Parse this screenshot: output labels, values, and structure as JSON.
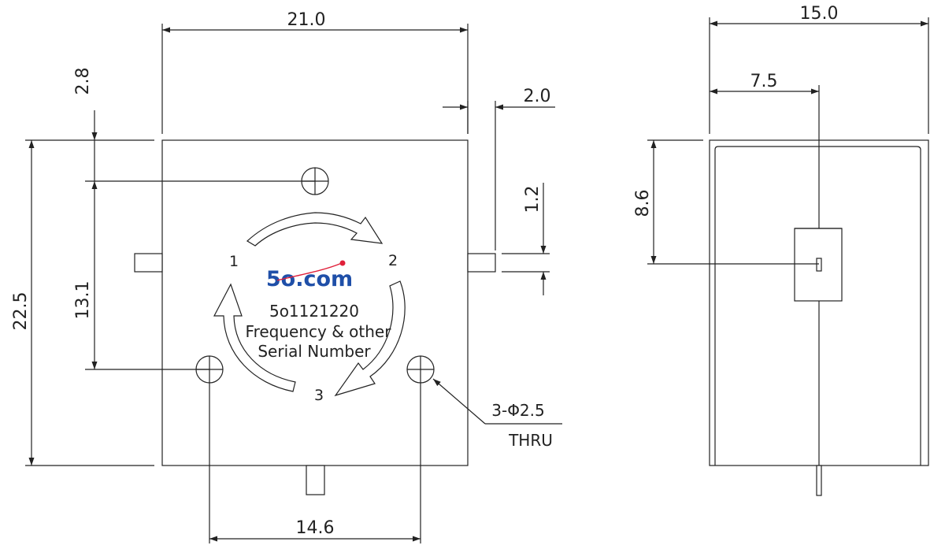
{
  "dimensions": {
    "width_top": "21.0",
    "top_offset": "2.8",
    "pin_width": "2.0",
    "pin_thickness": "1.2",
    "height_total": "22.5",
    "hole_spacing_vertical": "13.1",
    "hole_spacing_horizontal": "14.6",
    "side_width": "15.0",
    "side_half_width": "7.5",
    "side_pin_height": "8.6"
  },
  "hole_callout": {
    "size": "3-Φ2.5",
    "type": "THRU"
  },
  "label": {
    "logo": "5o.com",
    "model": "5o1121220",
    "line2": "Frequency & other",
    "line3": "Serial Number"
  },
  "ports": [
    "1",
    "2",
    "3"
  ],
  "colors": {
    "line": "#222222",
    "logo": "#1f4fa8",
    "logo_dot": "#e0203a"
  }
}
